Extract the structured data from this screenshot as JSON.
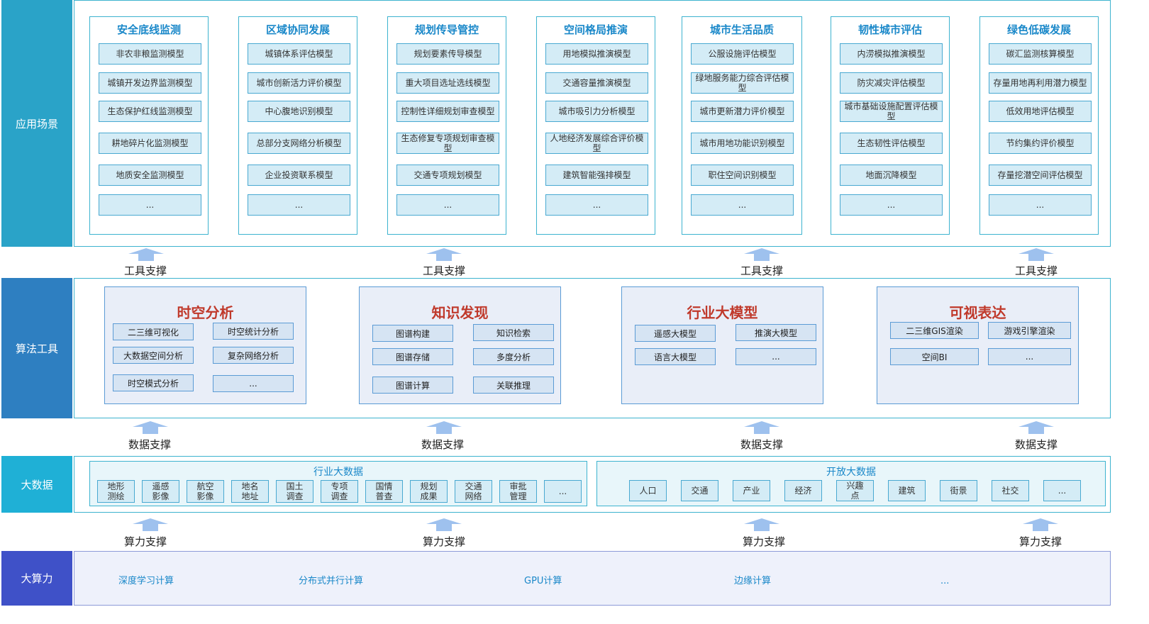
{
  "layers": {
    "app": "应用场景",
    "algo": "算法工具",
    "bigdata": "大数据",
    "compute": "大算力"
  },
  "colors": {
    "app_label": "#2aa3c8",
    "algo_label": "#2e7fc1",
    "bigdata_label": "#1fb0d6",
    "compute_label": "#3f51c8",
    "arrow": "#9ec1ee"
  },
  "app_columns": [
    {
      "title": "安全底线监测",
      "items": [
        "非农非粮监测模型",
        "城镇开发边界监测模型",
        "生态保护红线监测模型",
        "耕地碎片化监测模型",
        "地质安全监测模型",
        "..."
      ]
    },
    {
      "title": "区域协同发展",
      "items": [
        "城镇体系评估模型",
        "城市创新活力评价模型",
        "中心腹地识别模型",
        "总部分支网络分析模型",
        "企业投资联系模型",
        "..."
      ]
    },
    {
      "title": "规划传导管控",
      "items": [
        "规划要素传导模型",
        "重大项目选址选线模型",
        "控制性详细规划审查模型",
        "生态修复专项规划审查模型",
        "交通专项规划模型",
        "..."
      ]
    },
    {
      "title": "空间格局推演",
      "items": [
        "用地模拟推演模型",
        "交通容量推演模型",
        "城市吸引力分析模型",
        "人地经济发展综合评价模型",
        "建筑智能强排模型",
        "..."
      ]
    },
    {
      "title": "城市生活品质",
      "items": [
        "公服设施评估模型",
        "绿地服务能力综合评估模型",
        "城市更新潜力评价模型",
        "城市用地功能识别模型",
        "职住空间识别模型",
        "..."
      ]
    },
    {
      "title": "韧性城市评估",
      "items": [
        "内涝模拟推演模型",
        "防灾减灾评估模型",
        "城市基础设施配置评估模型",
        "生态韧性评估模型",
        "地面沉降模型",
        "..."
      ]
    },
    {
      "title": "绿色低碳发展",
      "items": [
        "碳汇监测核算模型",
        "存量用地再利用潜力模型",
        "低效用地评估模型",
        "节约集约评价模型",
        "存量挖潜空间评估模型",
        "..."
      ]
    }
  ],
  "support": {
    "tool": "工具支撑",
    "data": "数据支撑",
    "compute": "算力支撑"
  },
  "algo_groups": [
    {
      "title": "时空分析",
      "items": [
        "二三维可视化",
        "时空统计分析",
        "大数据空间分析",
        "复杂网络分析",
        "时空模式分析",
        "..."
      ]
    },
    {
      "title": "知识发现",
      "items": [
        "图谱构建",
        "知识检索",
        "图谱存储",
        "多度分析",
        "图谱计算",
        "关联推理"
      ]
    },
    {
      "title": "行业大模型",
      "items": [
        "遥感大模型",
        "推演大模型",
        "语言大模型",
        "..."
      ]
    },
    {
      "title": "可视表达",
      "items": [
        "二三维GIS渲染",
        "游戏引擎渲染",
        "空间BI",
        "..."
      ]
    }
  ],
  "bigdata_groups": [
    {
      "title": "行业大数据",
      "items": [
        "地形测绘",
        "遥感影像",
        "航空影像",
        "地名地址",
        "国土调查",
        "专项调查",
        "国情普查",
        "规划成果",
        "交通网络",
        "审批管理",
        "..."
      ]
    },
    {
      "title": "开放大数据",
      "items": [
        "人口",
        "交通",
        "产业",
        "经济",
        "兴趣点",
        "建筑",
        "街景",
        "社交",
        "..."
      ]
    }
  ],
  "compute_items": [
    "深度学习计算",
    "分布式并行计算",
    "GPU计算",
    "边缘计算",
    "..."
  ]
}
